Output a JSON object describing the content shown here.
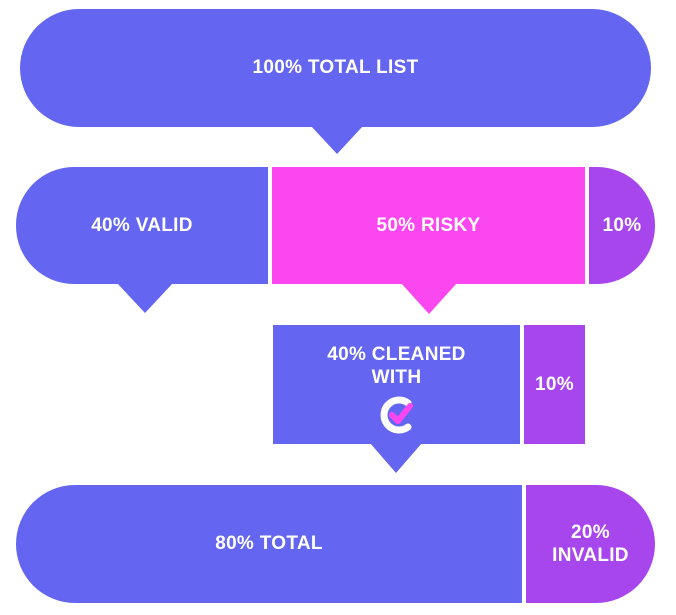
{
  "total_list": {
    "label": "100% TOTAL LIST"
  },
  "split": {
    "valid": "40% VALID",
    "risky": "50% RISKY",
    "invalid": "10%"
  },
  "cleaning": {
    "cleaned_line1": "40% CLEANED",
    "cleaned_line2": "WITH",
    "logo_icon": "cleaner-check-logo-icon",
    "remainder": "10%"
  },
  "result": {
    "total": "80% TOTAL",
    "invalid_line1": "20%",
    "invalid_line2": "INVALID"
  },
  "colors": {
    "blue": "#6466f1",
    "pink": "#fb47f0",
    "purple": "#a646ec",
    "white": "#ffffff"
  }
}
